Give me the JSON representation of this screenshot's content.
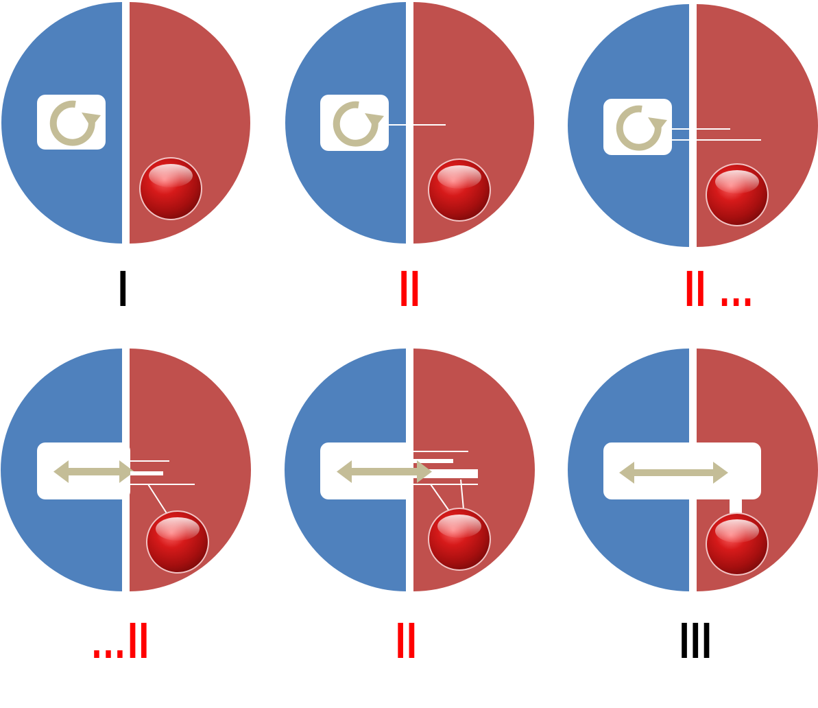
{
  "colors": {
    "left_half": "#4F81BD",
    "right_half": "#C0504D",
    "icon_fill": "#C4BD97",
    "icon_box": "#FFFFFF",
    "ball": "#D61A1A",
    "caption_black": "#000000",
    "caption_red": "#FF0000"
  },
  "panels": [
    {
      "icon": "circular-arrow-icon",
      "caption": "I",
      "caption_color": "#000000"
    },
    {
      "icon": "circular-arrow-icon",
      "caption": "II",
      "caption_color": "#FF0000"
    },
    {
      "icon": "circular-arrow-icon",
      "caption": "II …",
      "caption_color": "#FF0000"
    },
    {
      "icon": "double-arrow-icon",
      "caption": "…II",
      "caption_color": "#FF0000"
    },
    {
      "icon": "double-arrow-icon",
      "caption": "II",
      "caption_color": "#FF0000"
    },
    {
      "icon": "double-arrow-icon",
      "caption": "III",
      "caption_color": "#000000"
    }
  ]
}
